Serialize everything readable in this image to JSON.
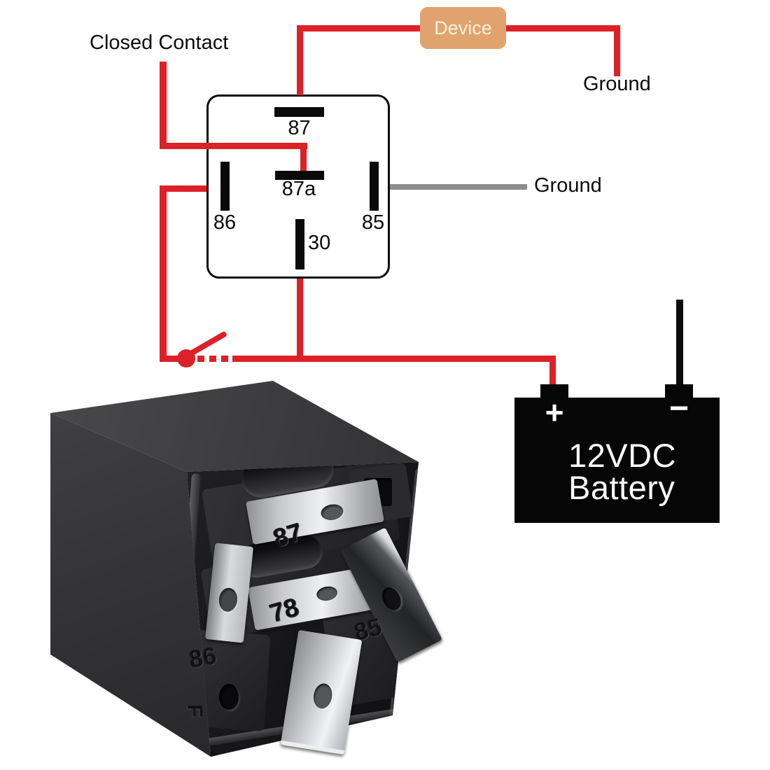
{
  "colors": {
    "background": "#ffffff",
    "wire_red": "#dc2127",
    "wire_gray": "#8c8c8c",
    "wire_black": "#0a0a0a",
    "diagram_ink": "#0b0b0b",
    "device_fill": "#e0a36e",
    "device_text": "#fbf2df",
    "battery_fill": "#060606",
    "battery_text": "#ffffff",
    "relay_body": "#202022",
    "relay_metal": "#d8d9db"
  },
  "diagram": {
    "closed_contact_label": "Closed Contact",
    "device_label": "Device",
    "ground_top_label": "Ground",
    "ground_right_label": "Ground",
    "relay_pins": {
      "pin87": "87",
      "pin87a": "87a",
      "pin86": "86",
      "pin85": "85",
      "pin30": "30"
    }
  },
  "battery": {
    "plus": "+",
    "minus": "−",
    "line1": "12VDC",
    "line2": "Battery"
  },
  "relay_photo": {
    "embossed": {
      "pin87": "87",
      "pin87a": "78",
      "pin85": "85",
      "pin86": "86",
      "marking_f": "F"
    }
  }
}
